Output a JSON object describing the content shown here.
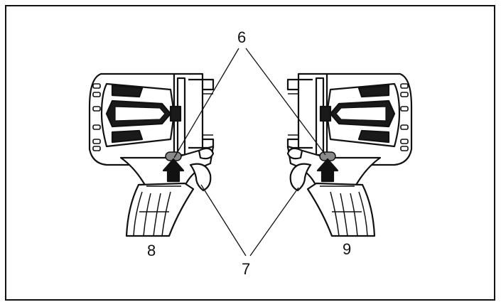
{
  "callouts": {
    "top": "6",
    "bottom": "7",
    "left": "8",
    "right": "9"
  },
  "colors": {
    "line": "#111111",
    "switch_fill": "#8a8a8a",
    "background": "#ffffff"
  }
}
